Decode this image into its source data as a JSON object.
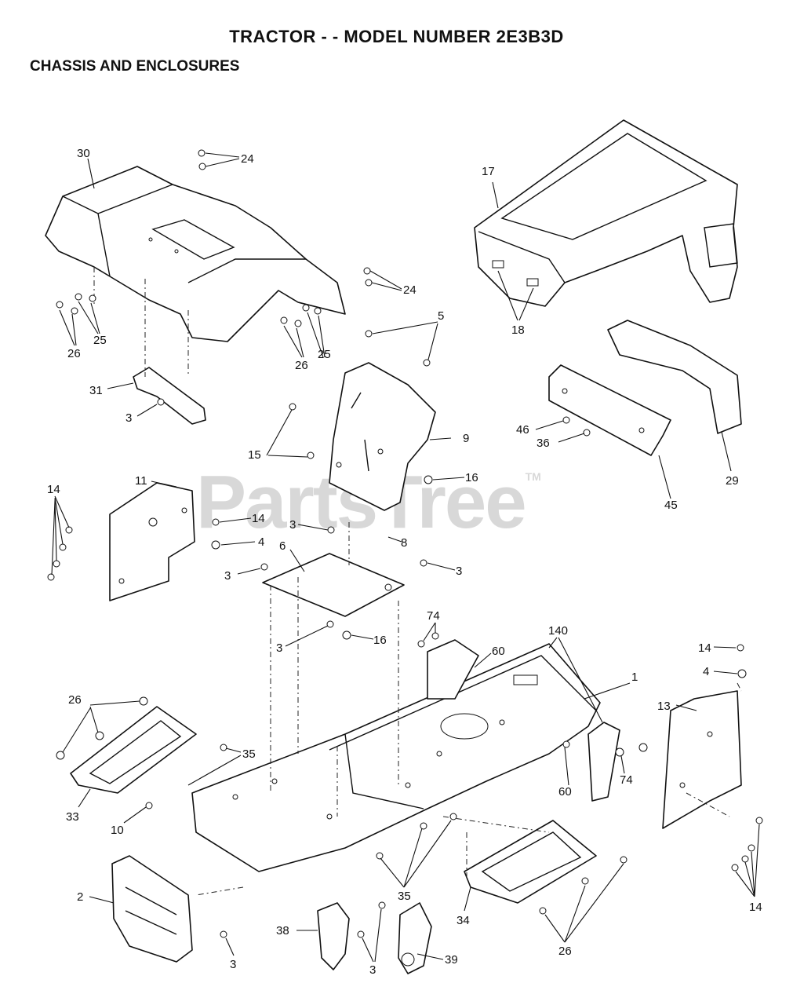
{
  "header": {
    "title": "TRACTOR - - MODEL NUMBER 2E3B3D",
    "subtitle": "CHASSIS AND ENCLOSURES"
  },
  "watermark": {
    "text": "PartsTree",
    "tm": "TM"
  },
  "callouts": [
    "30",
    "24",
    "24",
    "26",
    "25",
    "26",
    "25",
    "31",
    "3",
    "17",
    "18",
    "5",
    "9",
    "15",
    "16",
    "46",
    "36",
    "29",
    "45",
    "11",
    "14",
    "14",
    "4",
    "3",
    "8",
    "6",
    "3",
    "3",
    "3",
    "16",
    "74",
    "140",
    "60",
    "1",
    "14",
    "4",
    "13",
    "26",
    "35",
    "33",
    "10",
    "60",
    "74",
    "2",
    "3",
    "35",
    "38",
    "3",
    "39",
    "34",
    "26",
    "14"
  ]
}
